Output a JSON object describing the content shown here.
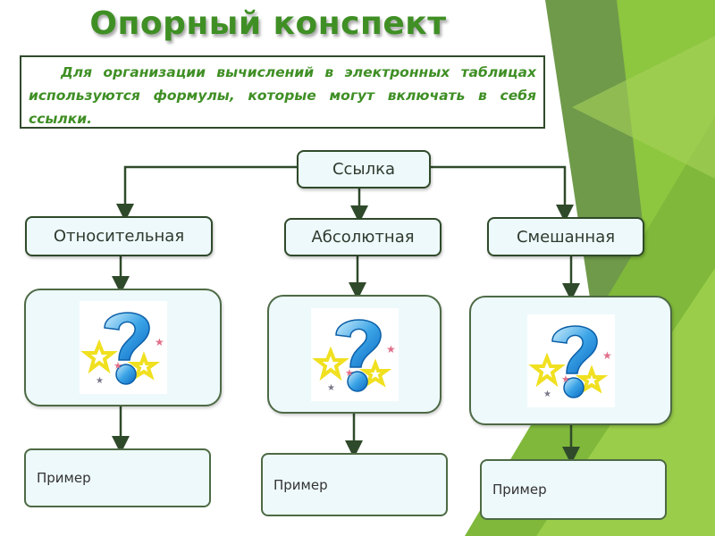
{
  "title": "Опорный конспект",
  "note": "Для организации вычислений в электронных таблицах используются формулы, которые могут включать в себя ссылки.",
  "root": "Ссылка",
  "types": [
    {
      "label": "Относительная",
      "example": "Пример"
    },
    {
      "label": "Абсолютная",
      "example": "Пример"
    },
    {
      "label": "Смешанная",
      "example": "Пример"
    }
  ],
  "colors": {
    "title": "#3f8f25",
    "border": "#2f4a2a",
    "box_fill": "#eef9fb",
    "accent_dark": "#6f9a4a",
    "accent_light": "#8dc63f"
  }
}
